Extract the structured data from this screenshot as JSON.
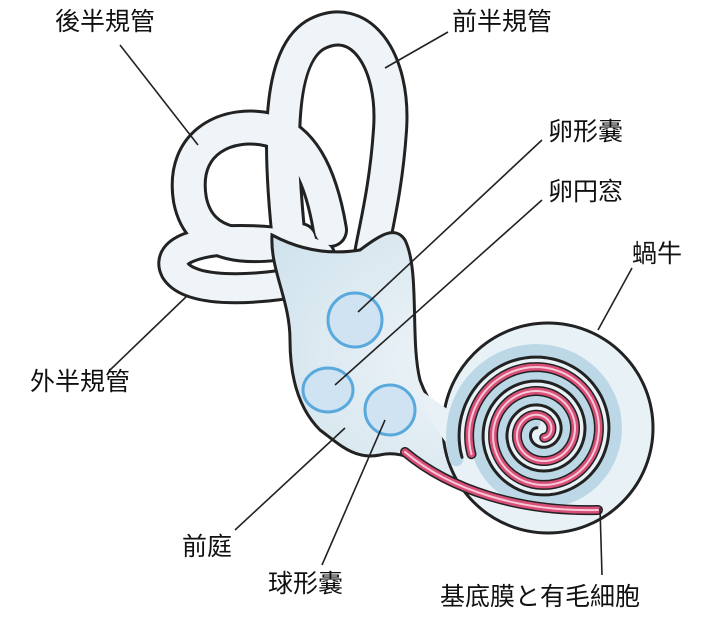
{
  "title": "内耳の構造",
  "labels": {
    "posterior_canal": "後半規管",
    "anterior_canal": "前半規管",
    "utricle": "卵形嚢",
    "oval_window": "卵円窓",
    "cochlea": "蝸牛",
    "lateral_canal": "外半規管",
    "vestibule": "前庭",
    "saccule": "球形嚢",
    "basilar_membrane": "基底膜と有毛細胞"
  },
  "colors": {
    "outline": "#222222",
    "tube_fill": "#eef4f8",
    "shade": "#bcd8e6",
    "organ_stroke": "#5aa9dd",
    "organ_fill": "#cfe3f2",
    "basilar": "#d94f7a"
  }
}
